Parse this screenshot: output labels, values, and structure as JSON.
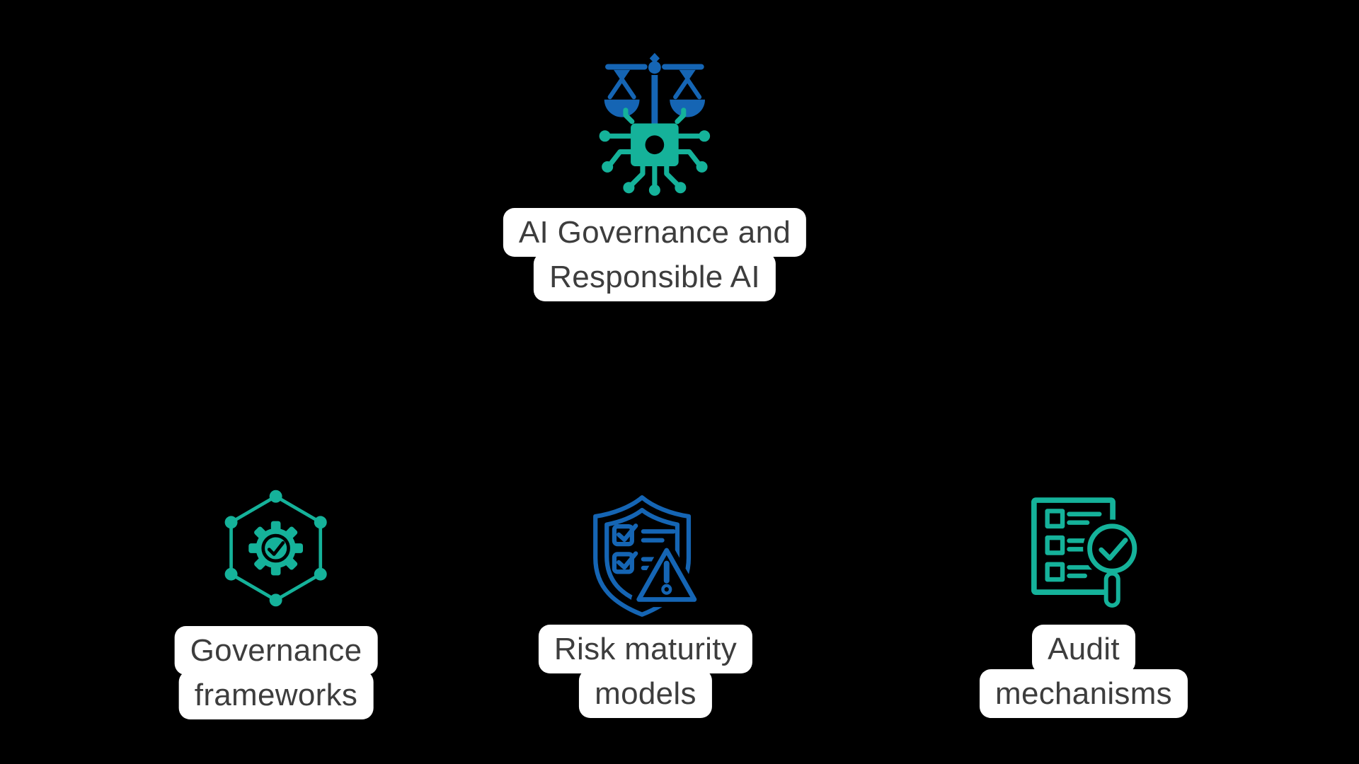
{
  "canvas": {
    "background": "#000000"
  },
  "colors": {
    "teal": "#15B29A",
    "blue": "#1565B4",
    "label_bg": "#FFFFFF",
    "label_text": "#3D3D3D"
  },
  "diagram": {
    "root": {
      "icon": "scales-of-justice-on-ai-chip",
      "label_lines": [
        "AI Governance and",
        "Responsible AI"
      ]
    },
    "children": [
      {
        "icon": "hexagon-network-gear-check",
        "label_lines": [
          "Governance",
          "frameworks"
        ]
      },
      {
        "icon": "shield-checklist-warning",
        "label_lines": [
          "Risk maturity",
          "models"
        ]
      },
      {
        "icon": "document-checklist-magnifier-check",
        "label_lines": [
          "Audit",
          "mechanisms"
        ]
      }
    ]
  }
}
